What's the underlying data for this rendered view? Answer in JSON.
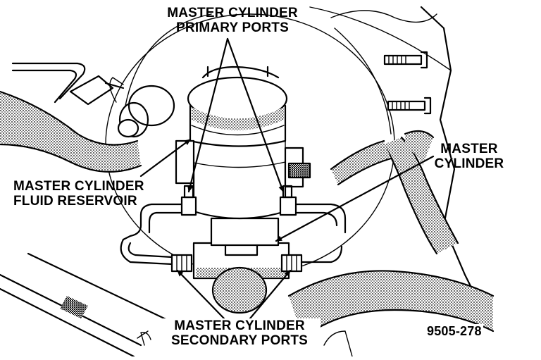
{
  "labels": {
    "primary_ports": [
      "MASTER CYLINDER",
      "PRIMARY PORTS"
    ],
    "fluid_reservoir": [
      "MASTER CYLINDER",
      "FLUID RESERVOIR"
    ],
    "master_cylinder": [
      "MASTER",
      "CYLINDER"
    ],
    "secondary_ports": [
      "MASTER CYLINDER",
      "SECONDARY PORTS"
    ],
    "figure_number": "9505-278"
  }
}
